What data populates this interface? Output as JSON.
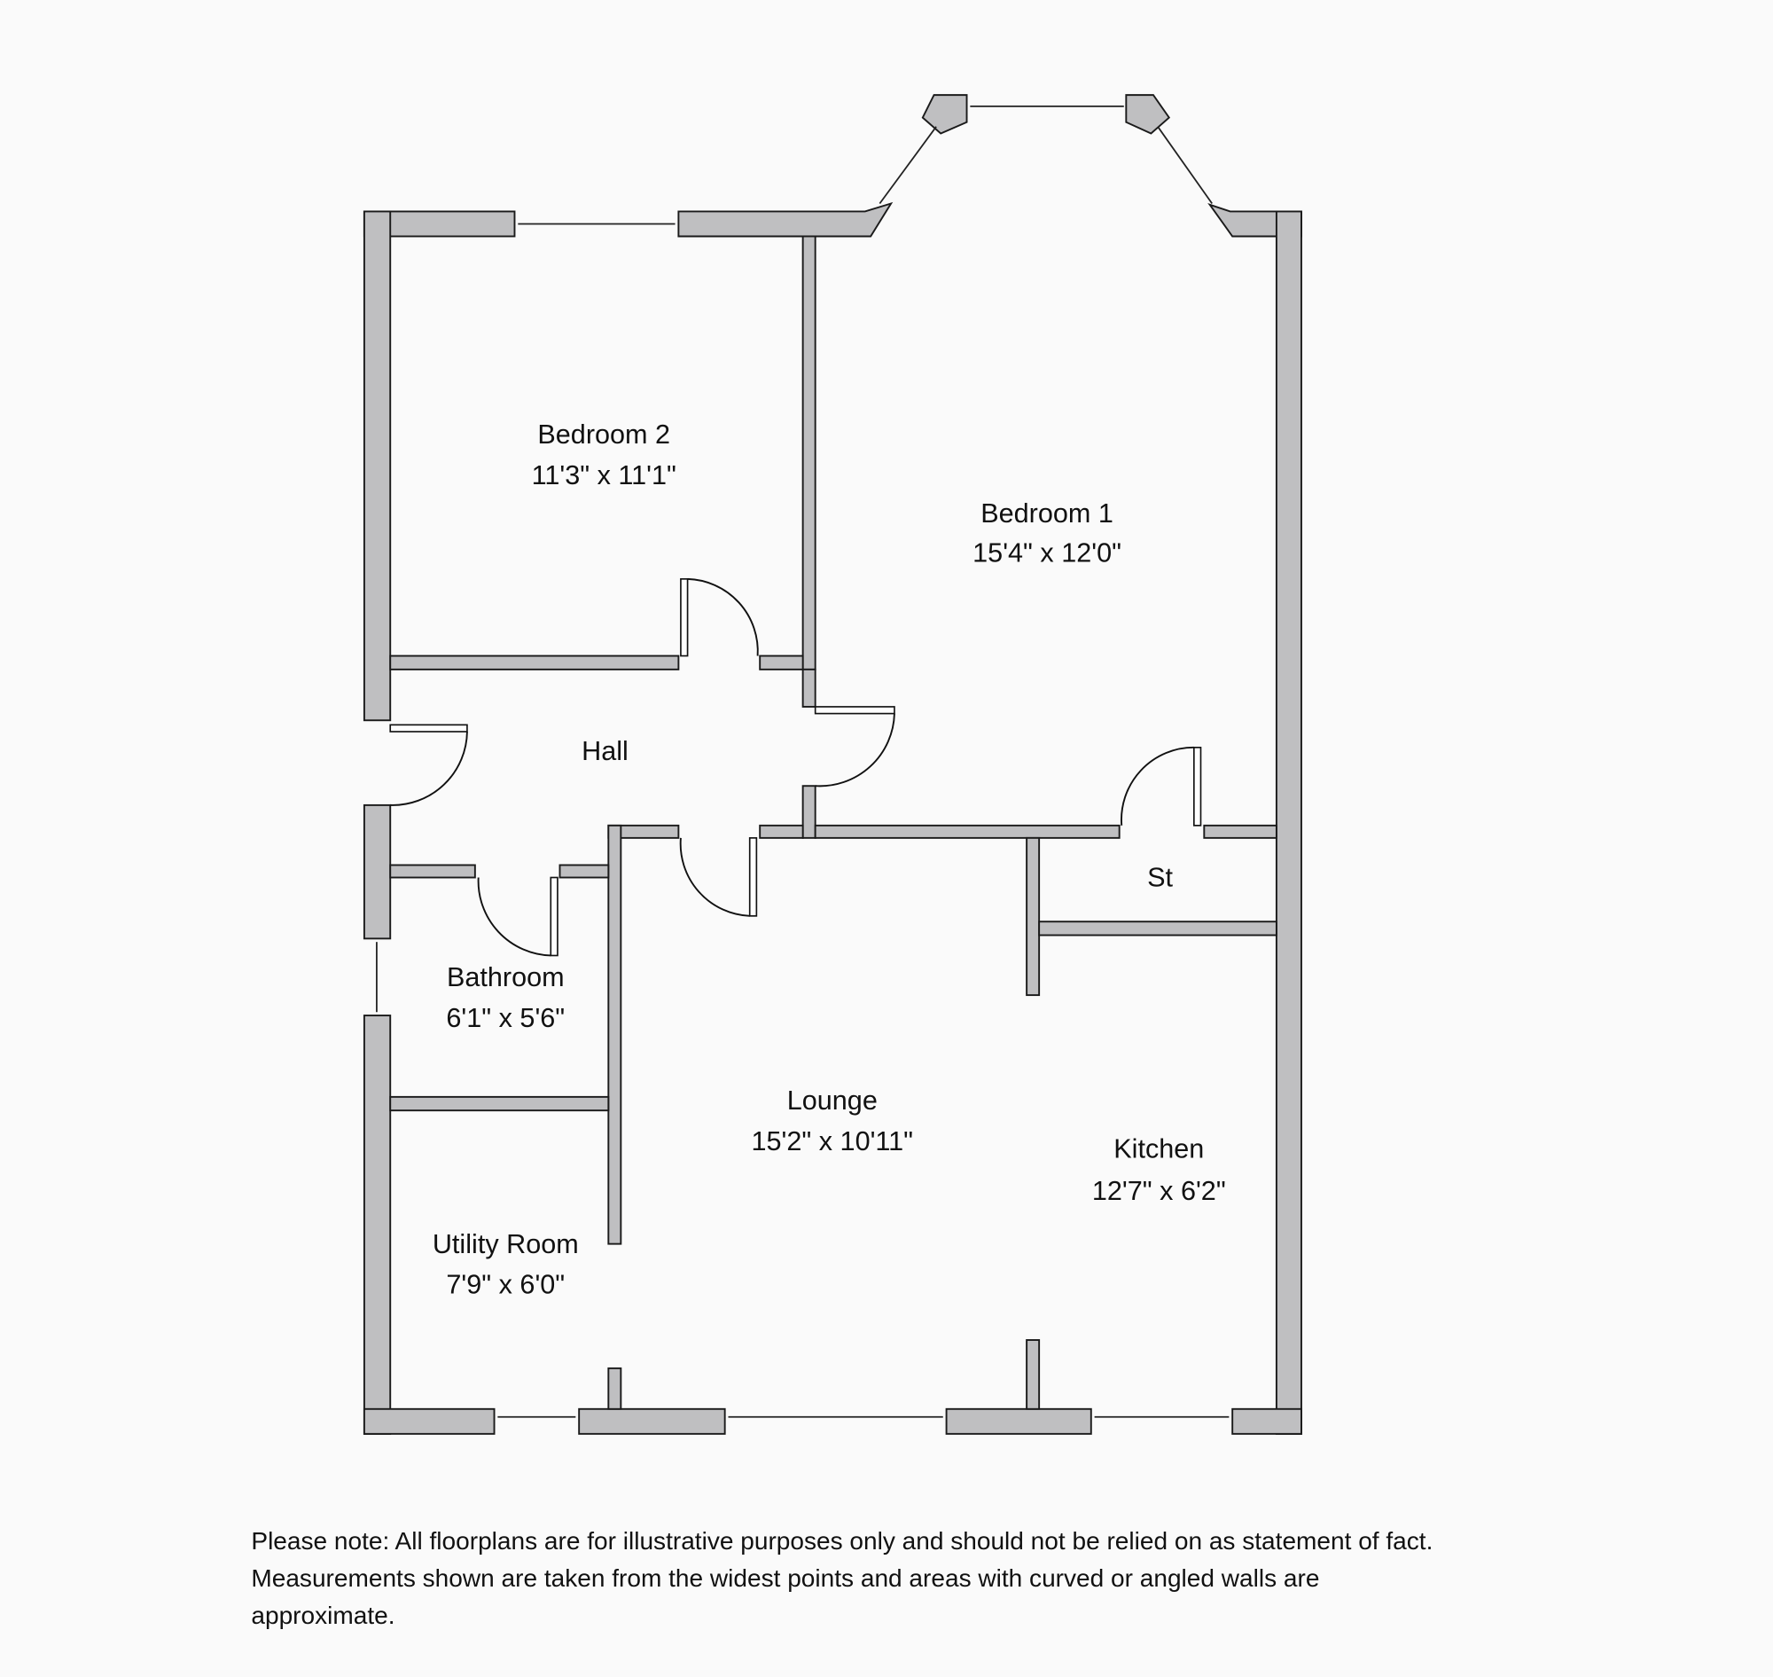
{
  "rooms": [
    {
      "name": "Bedroom 2",
      "size": "11'3\" x 11'1\""
    },
    {
      "name": "Bedroom 1",
      "size": "15'4\" x 12'0\""
    },
    {
      "name": "Hall",
      "size": ""
    },
    {
      "name": "St",
      "size": ""
    },
    {
      "name": "Bathroom",
      "size": "6'1\" x 5'6\""
    },
    {
      "name": "Lounge",
      "size": "15'2\" x 10'11\""
    },
    {
      "name": "Kitchen",
      "size": "12'7\" x 6'2\""
    },
    {
      "name": "Utility Room",
      "size": "7'9\" x 6'0\""
    }
  ],
  "note": [
    "Please note: All floorplans are for illustrative purposes only and should not be relied on as statement of fact.",
    "Measurements shown are taken from the widest points and areas with curved or angled walls are",
    "approximate."
  ],
  "colors": {
    "wall": "#bfbfc1",
    "background": "#fafafa",
    "line": "#1a1a1a"
  }
}
